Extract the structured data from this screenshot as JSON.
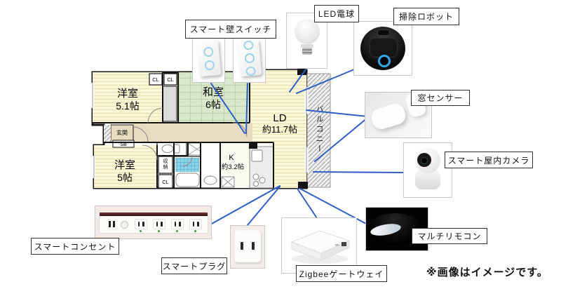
{
  "note": "※画像はイメージです。",
  "colors": {
    "connector_blue": "#2e5fc8",
    "wall_black": "#141414",
    "room_yellow": "#faf6d6",
    "tatami_green": "#d9e7cb",
    "corridor_tan": "#e8dcc0",
    "bath_tile_blue": "#8ed4e6"
  },
  "floorplan": {
    "room_yoshitsu1_l1": "洋室",
    "room_yoshitsu1_l2": "5.1帖",
    "room_washitsu_l1": "和室",
    "room_washitsu_l2": "6帖",
    "room_ld_l1": "LD",
    "room_ld_l2": "約11.7帖",
    "room_yoshitsu2_l1": "洋室",
    "room_yoshitsu2_l2": "5帖",
    "room_kitchen_l1": "K",
    "room_kitchen_l2": "約3.2帖",
    "genkan": "玄関",
    "sb": "SB",
    "cl1": "CL",
    "cl2": "CL",
    "cl3": "CL",
    "shuno": "収納",
    "balcony": "バルコニー"
  },
  "labels": {
    "wall_switch": "スマート壁スイッチ",
    "led_bulb": "LED電球",
    "robot": "掃除ロボット",
    "window_sensor": "窓センサー",
    "camera": "スマート屋内カメラ",
    "multi_remote": "マルチリモコン",
    "zigbee": "Zigbeeゲートウェイ",
    "smart_plug": "スマートプラグ",
    "smart_outlet": "スマートコンセント"
  }
}
